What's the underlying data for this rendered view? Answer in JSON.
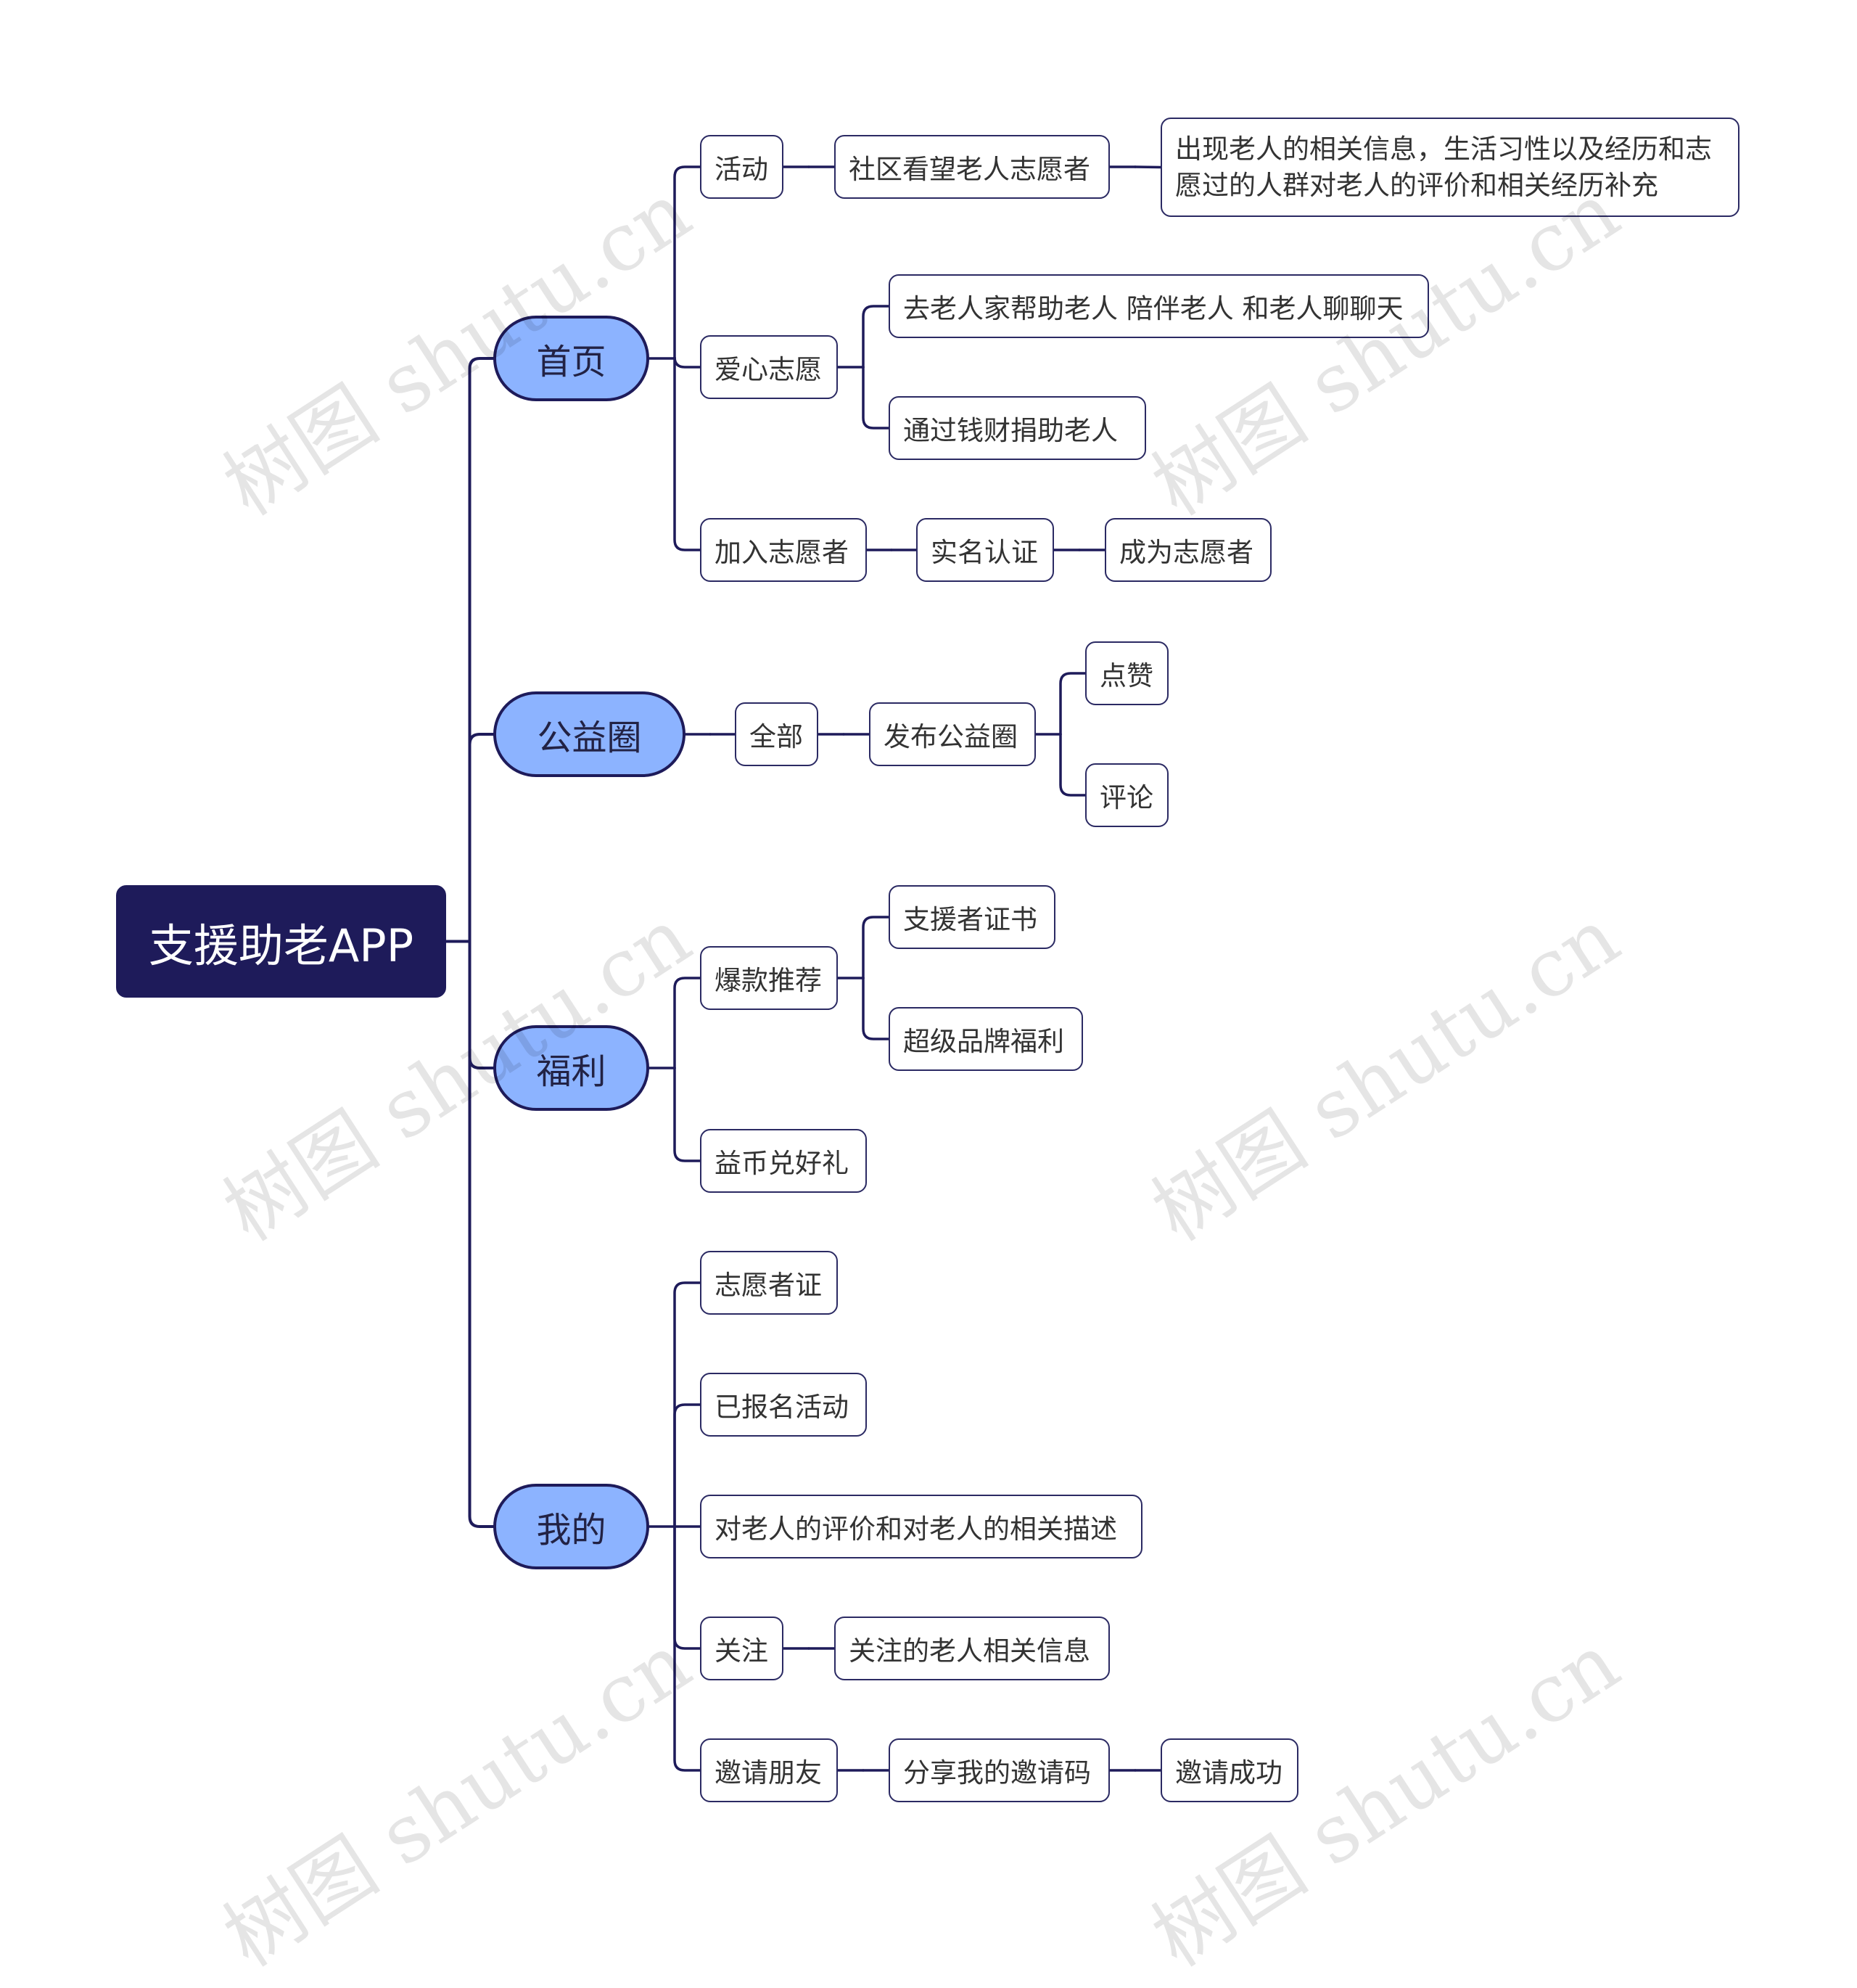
{
  "root": {
    "label": "支援助老APP"
  },
  "branches": [
    {
      "label": "首页",
      "children": [
        {
          "label": "活动",
          "children": [
            {
              "label": "社区看望老人志愿者",
              "children": [
                {
                  "label": "出现老人的相关信息，生活习性以及经历和志愿过的人群对老人的评价和相关经历补充"
                }
              ]
            }
          ]
        },
        {
          "label": "爱心志愿",
          "children": [
            {
              "label": "去老人家帮助老人 陪伴老人 和老人聊聊天"
            },
            {
              "label": "通过钱财捐助老人"
            }
          ]
        },
        {
          "label": "加入志愿者",
          "children": [
            {
              "label": "实名认证",
              "children": [
                {
                  "label": "成为志愿者"
                }
              ]
            }
          ]
        }
      ]
    },
    {
      "label": "公益圈",
      "children": [
        {
          "label": "全部",
          "children": [
            {
              "label": "发布公益圈",
              "children": [
                {
                  "label": "点赞"
                },
                {
                  "label": "评论"
                }
              ]
            }
          ]
        }
      ]
    },
    {
      "label": "福利",
      "children": [
        {
          "label": "爆款推荐",
          "children": [
            {
              "label": "支援者证书"
            },
            {
              "label": "超级品牌福利"
            }
          ]
        },
        {
          "label": "益币兑好礼"
        }
      ]
    },
    {
      "label": "我的",
      "children": [
        {
          "label": "志愿者证"
        },
        {
          "label": "已报名活动"
        },
        {
          "label": "对老人的评价和对老人的相关描述"
        },
        {
          "label": "关注",
          "children": [
            {
              "label": "关注的老人相关信息"
            }
          ]
        },
        {
          "label": "邀请朋友",
          "children": [
            {
              "label": "分享我的邀请码",
              "children": [
                {
                  "label": "邀请成功"
                }
              ]
            }
          ]
        }
      ]
    }
  ],
  "watermark": "树图 shutu.cn",
  "colors": {
    "line": "#1e1b5a",
    "root_fill": "#1e1b5a",
    "branch_fill": "#8cb3ff",
    "leaf_border": "#2b2a63"
  }
}
